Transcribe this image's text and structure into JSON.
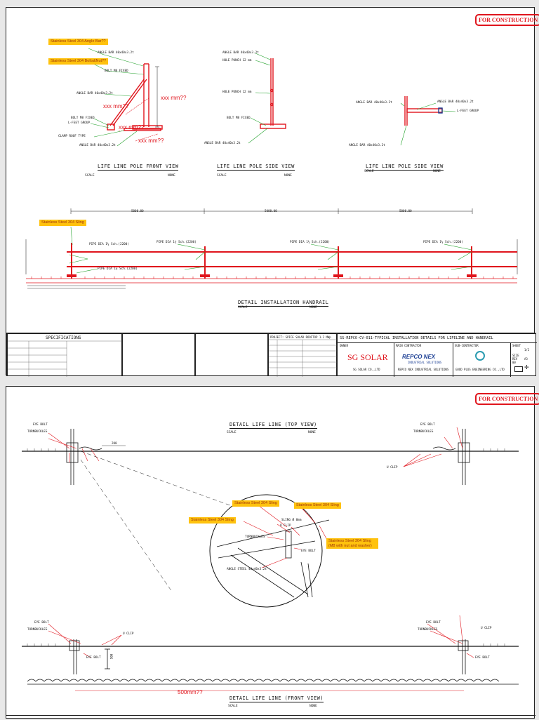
{
  "stamp": "FOR CONSTRUCTION",
  "sheet1": {
    "notes": {
      "angle_bar": "Stainless Steel 304 Angle Bar??",
      "bolts": "Stainless Steel 304 Bolts&Nut??",
      "sling": "Stainless Steel 304 Sling"
    },
    "front": {
      "labels": [
        "ANGLE BAR 40x40x3.2t",
        "BOLT M8 FIXED",
        "ANGLE BAR 40x40x3.2t",
        "BOLT M8 FIXED",
        "L-FEET GROUP",
        "CLAMP ROOF TYPE",
        "ANGLE BAR 40x40x3.2t"
      ],
      "dims": [
        "xxx mm??",
        "xxx mm??",
        "xxx mm??",
        "xxx mm??"
      ],
      "title": "LIFE LINE POLE FRONT VIEW",
      "scale": "SCALE",
      "none": "NONE"
    },
    "side": {
      "labels": [
        "ANGLE BAR 40x40x3.2t",
        "HOLE PUNCH 12 mm",
        "HOLE PUNCH 12 mm",
        "BOLT M8 FIXED",
        "ANGLE BAR 40x40x3.2t"
      ],
      "title": "LIFE LINE POLE SIDE VIEW",
      "scale": "SCALE",
      "none": "NONE"
    },
    "side2": {
      "labels": [
        "ANGLE BAR 40x40x3.2t",
        "ANGLE BAR 40x40x3.2t",
        "L-FEET GROUP",
        "ANGLE BAR 40x40x3.2t"
      ],
      "title": "LIFE LINE POLE SIDE VIEW",
      "scale": "SCALE",
      "none": "NONE"
    },
    "handrail": {
      "dims": [
        "5000.00",
        "5000.00",
        "5000.00"
      ],
      "labels": [
        "PIPE DIA 1¼ Sch.(2200)",
        "PIPE DIA 1¼ Sch.(2200)",
        "PIPE DIA 1¼ Sch.(2200)",
        "PIPE DIA 1¼ Sch.(2200)",
        "PIPE DIA 1¼ Sch.(2200)"
      ],
      "title": "DETAIL INSTALLATION HANDRAIL",
      "scale": "SCALE",
      "none": "NONE"
    },
    "titleblock": {
      "spec_title": "SPECIFICATIONS",
      "drawing_title": "SG-REPCO-CV-011-TYPICAL INSTALLATION DETAILS FOR LIFELINE AND HANDRAIL",
      "project": "PROJECT: SPICE SOLAR ROOFTOP 1.2 MWp",
      "owner_label": "OWNER",
      "owner_logo": "SG SOLAR",
      "owner_name": "SG SOLAR CO.,LTD",
      "contractor_label": "MAIN CONTRACTOR",
      "contractor_logo": "REPCO NEX",
      "contractor_sub": "INDUSTRIAL SOLUTIONS",
      "contractor_name": "REPCO NEX INDUSTRIAL SOLUTIONS",
      "consult_label": "SUB-CONTRACTOR",
      "consult_name": "GOOD PLUS ENGINEERING CO.,LTD",
      "sheet_label": "SHEET",
      "sheet_val": "1/2",
      "size_label": "SIZE",
      "size_val": "A3",
      "rev_label": "REV",
      "rev_val": "00"
    }
  },
  "sheet2": {
    "top": {
      "labels_left": [
        "EYE BOLT",
        "TURNBUCKLES"
      ],
      "labels_right": [
        "EYE BOLT",
        "TURNBUCKLES",
        "U CLIP"
      ],
      "dim": "200",
      "title": "DETAIL LIFE LINE (TOP VIEW)",
      "scale": "SCALE",
      "none": "NONE"
    },
    "zoom": {
      "notes": [
        "Stainless Steel 304 Sling",
        "Stainless Steel 304 Sling",
        "Stainless Steel 304 Sling",
        "Stainless Steel 304 Sling (M8 with nut and washer)"
      ],
      "labels": [
        "SLING Ø 8mm",
        "U CLIP",
        "TURNBUCKLES",
        "EYE BOLT",
        "ANGLE STEEL 40x40x3.2t"
      ]
    },
    "front": {
      "labels_left": [
        "EYE BOLT",
        "TURNBUCKLES",
        "U CLIP",
        "EYE BOLT"
      ],
      "labels_right": [
        "EYE BOLT",
        "TURNBUCKLES",
        "U CLIP",
        "EYE BOLT"
      ],
      "dim_vert": "500",
      "dim_red": "500mm??",
      "title": "DETAIL LIFE LINE (FRONT VIEW)",
      "scale": "SCALE",
      "none": "NONE"
    }
  },
  "colors": {
    "red": "#e0141c",
    "green": "#21a12a",
    "note": "#ffc20e",
    "blue": "#1c3f94"
  }
}
